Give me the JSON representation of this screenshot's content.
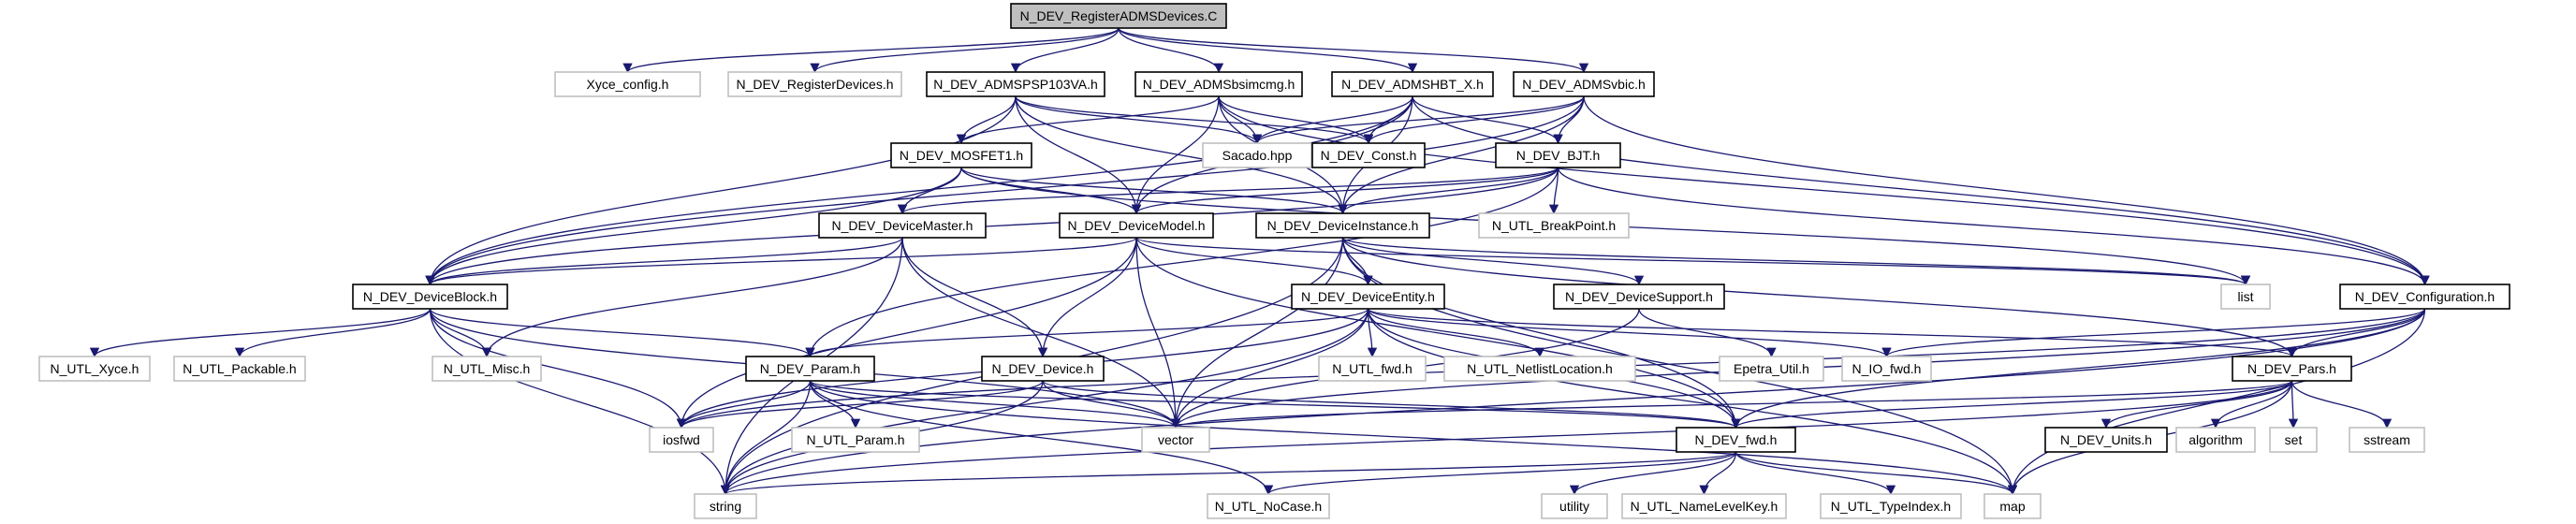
{
  "diagram": {
    "title": "N_DEV_RegisterADMSDevices.C",
    "edge_color": "#191970",
    "nodes": [
      {
        "id": "root",
        "label": "N_DEV_RegisterADMSDevices.C",
        "style": "root"
      },
      {
        "id": "xyce_config",
        "label": "Xyce_config.h",
        "style": "light"
      },
      {
        "id": "registerdevices",
        "label": "N_DEV_RegisterDevices.h",
        "style": "light"
      },
      {
        "id": "admspsp",
        "label": "N_DEV_ADMSPSP103VA.h",
        "style": "dark"
      },
      {
        "id": "admsbsimcmg",
        "label": "N_DEV_ADMSbsimcmg.h",
        "style": "dark"
      },
      {
        "id": "admshbt",
        "label": "N_DEV_ADMSHBT_X.h",
        "style": "dark"
      },
      {
        "id": "admsvbic",
        "label": "N_DEV_ADMSvbic.h",
        "style": "dark"
      },
      {
        "id": "mosfet1",
        "label": "N_DEV_MOSFET1.h",
        "style": "dark"
      },
      {
        "id": "sacado",
        "label": "Sacado.hpp",
        "style": "light"
      },
      {
        "id": "const",
        "label": "N_DEV_Const.h",
        "style": "dark"
      },
      {
        "id": "bjt",
        "label": "N_DEV_BJT.h",
        "style": "dark"
      },
      {
        "id": "devicemaster",
        "label": "N_DEV_DeviceMaster.h",
        "style": "dark"
      },
      {
        "id": "devicemodel",
        "label": "N_DEV_DeviceModel.h",
        "style": "dark"
      },
      {
        "id": "deviceinstance",
        "label": "N_DEV_DeviceInstance.h",
        "style": "dark"
      },
      {
        "id": "breakpoint",
        "label": "N_UTL_BreakPoint.h",
        "style": "light"
      },
      {
        "id": "deviceblock",
        "label": "N_DEV_DeviceBlock.h",
        "style": "dark"
      },
      {
        "id": "deviceentity",
        "label": "N_DEV_DeviceEntity.h",
        "style": "dark"
      },
      {
        "id": "devicesupport",
        "label": "N_DEV_DeviceSupport.h",
        "style": "dark"
      },
      {
        "id": "list",
        "label": "list",
        "style": "light"
      },
      {
        "id": "configuration",
        "label": "N_DEV_Configuration.h",
        "style": "dark"
      },
      {
        "id": "utl_xyce",
        "label": "N_UTL_Xyce.h",
        "style": "light"
      },
      {
        "id": "packable",
        "label": "N_UTL_Packable.h",
        "style": "light"
      },
      {
        "id": "utl_misc",
        "label": "N_UTL_Misc.h",
        "style": "light"
      },
      {
        "id": "param",
        "label": "N_DEV_Param.h",
        "style": "dark"
      },
      {
        "id": "device",
        "label": "N_DEV_Device.h",
        "style": "dark"
      },
      {
        "id": "utl_fwd",
        "label": "N_UTL_fwd.h",
        "style": "light"
      },
      {
        "id": "netlistlocation",
        "label": "N_UTL_NetlistLocation.h",
        "style": "light"
      },
      {
        "id": "epetra_util",
        "label": "Epetra_Util.h",
        "style": "light"
      },
      {
        "id": "io_fwd",
        "label": "N_IO_fwd.h",
        "style": "light"
      },
      {
        "id": "pars",
        "label": "N_DEV_Pars.h",
        "style": "dark"
      },
      {
        "id": "iosfwd",
        "label": "iosfwd",
        "style": "light"
      },
      {
        "id": "utl_param",
        "label": "N_UTL_Param.h",
        "style": "light"
      },
      {
        "id": "vector",
        "label": "vector",
        "style": "light"
      },
      {
        "id": "dev_fwd",
        "label": "N_DEV_fwd.h",
        "style": "dark"
      },
      {
        "id": "units",
        "label": "N_DEV_Units.h",
        "style": "dark"
      },
      {
        "id": "algorithm",
        "label": "algorithm",
        "style": "light"
      },
      {
        "id": "set",
        "label": "set",
        "style": "light"
      },
      {
        "id": "sstream",
        "label": "sstream",
        "style": "light"
      },
      {
        "id": "string",
        "label": "string",
        "style": "light"
      },
      {
        "id": "nocase",
        "label": "N_UTL_NoCase.h",
        "style": "light"
      },
      {
        "id": "utility",
        "label": "utility",
        "style": "light"
      },
      {
        "id": "namelevelkey",
        "label": "N_UTL_NameLevelKey.h",
        "style": "light"
      },
      {
        "id": "typeindex",
        "label": "N_UTL_TypeIndex.h",
        "style": "light"
      },
      {
        "id": "map",
        "label": "map",
        "style": "light"
      }
    ],
    "edges": [
      [
        "root",
        "xyce_config"
      ],
      [
        "root",
        "registerdevices"
      ],
      [
        "root",
        "admspsp"
      ],
      [
        "root",
        "admsbsimcmg"
      ],
      [
        "root",
        "admshbt"
      ],
      [
        "root",
        "admsvbic"
      ],
      [
        "admspsp",
        "mosfet1"
      ],
      [
        "admspsp",
        "sacado"
      ],
      [
        "admspsp",
        "const"
      ],
      [
        "admspsp",
        "deviceblock"
      ],
      [
        "admspsp",
        "devicemodel"
      ],
      [
        "admspsp",
        "deviceinstance"
      ],
      [
        "admsbsimcmg",
        "mosfet1"
      ],
      [
        "admsbsimcmg",
        "sacado"
      ],
      [
        "admsbsimcmg",
        "const"
      ],
      [
        "admsbsimcmg",
        "devicemodel"
      ],
      [
        "admsbsimcmg",
        "deviceinstance"
      ],
      [
        "admsbsimcmg",
        "configuration"
      ],
      [
        "admshbt",
        "sacado"
      ],
      [
        "admshbt",
        "const"
      ],
      [
        "admshbt",
        "bjt"
      ],
      [
        "admshbt",
        "devicemodel"
      ],
      [
        "admshbt",
        "deviceinstance"
      ],
      [
        "admshbt",
        "deviceblock"
      ],
      [
        "admshbt",
        "configuration"
      ],
      [
        "admsvbic",
        "sacado"
      ],
      [
        "admsvbic",
        "const"
      ],
      [
        "admsvbic",
        "bjt"
      ],
      [
        "admsvbic",
        "deviceinstance"
      ],
      [
        "admsvbic",
        "deviceblock"
      ],
      [
        "admsvbic",
        "configuration"
      ],
      [
        "mosfet1",
        "devicemaster"
      ],
      [
        "mosfet1",
        "devicemodel"
      ],
      [
        "mosfet1",
        "deviceinstance"
      ],
      [
        "mosfet1",
        "deviceblock"
      ],
      [
        "mosfet1",
        "list"
      ],
      [
        "bjt",
        "devicemaster"
      ],
      [
        "bjt",
        "devicemodel"
      ],
      [
        "bjt",
        "deviceinstance"
      ],
      [
        "bjt",
        "breakpoint"
      ],
      [
        "bjt",
        "deviceblock"
      ],
      [
        "bjt",
        "param"
      ],
      [
        "bjt",
        "configuration"
      ],
      [
        "devicemaster",
        "deviceblock"
      ],
      [
        "devicemaster",
        "device"
      ],
      [
        "devicemaster",
        "vector"
      ],
      [
        "devicemaster",
        "utl_misc"
      ],
      [
        "devicemaster",
        "string"
      ],
      [
        "devicemodel",
        "deviceblock"
      ],
      [
        "devicemodel",
        "deviceentity"
      ],
      [
        "devicemodel",
        "device"
      ],
      [
        "devicemodel",
        "vector"
      ],
      [
        "devicemodel",
        "dev_fwd"
      ],
      [
        "devicemodel",
        "iosfwd"
      ],
      [
        "devicemodel",
        "list"
      ],
      [
        "deviceinstance",
        "deviceentity"
      ],
      [
        "deviceinstance",
        "devicesupport"
      ],
      [
        "deviceinstance",
        "list"
      ],
      [
        "deviceinstance",
        "vector"
      ],
      [
        "deviceinstance",
        "string"
      ],
      [
        "deviceinstance",
        "map"
      ],
      [
        "deviceinstance",
        "pars"
      ],
      [
        "deviceinstance",
        "dev_fwd"
      ],
      [
        "deviceblock",
        "utl_xyce"
      ],
      [
        "deviceblock",
        "packable"
      ],
      [
        "deviceblock",
        "utl_misc"
      ],
      [
        "deviceblock",
        "param"
      ],
      [
        "deviceblock",
        "iosfwd"
      ],
      [
        "deviceblock",
        "string"
      ],
      [
        "deviceblock",
        "vector"
      ],
      [
        "deviceentity",
        "utl_fwd"
      ],
      [
        "deviceentity",
        "netlistlocation"
      ],
      [
        "deviceentity",
        "io_fwd"
      ],
      [
        "deviceentity",
        "param"
      ],
      [
        "deviceentity",
        "pars"
      ],
      [
        "deviceentity",
        "dev_fwd"
      ],
      [
        "deviceentity",
        "vector"
      ],
      [
        "deviceentity",
        "iosfwd"
      ],
      [
        "deviceentity",
        "string"
      ],
      [
        "deviceentity",
        "map"
      ],
      [
        "devicesupport",
        "epetra_util"
      ],
      [
        "devicesupport",
        "vector"
      ],
      [
        "configuration",
        "io_fwd"
      ],
      [
        "configuration",
        "pars"
      ],
      [
        "configuration",
        "dev_fwd"
      ],
      [
        "configuration",
        "vector"
      ],
      [
        "configuration",
        "iosfwd"
      ],
      [
        "configuration",
        "string"
      ],
      [
        "configuration",
        "map"
      ],
      [
        "param",
        "iosfwd"
      ],
      [
        "param",
        "utl_param"
      ],
      [
        "param",
        "string"
      ],
      [
        "param",
        "vector"
      ],
      [
        "param",
        "nocase"
      ],
      [
        "param",
        "dev_fwd"
      ],
      [
        "param",
        "map"
      ],
      [
        "device",
        "dev_fwd"
      ],
      [
        "device",
        "vector"
      ],
      [
        "device",
        "string"
      ],
      [
        "device",
        "iosfwd"
      ],
      [
        "pars",
        "units"
      ],
      [
        "pars",
        "algorithm"
      ],
      [
        "pars",
        "set"
      ],
      [
        "pars",
        "sstream"
      ],
      [
        "pars",
        "dev_fwd"
      ],
      [
        "pars",
        "vector"
      ],
      [
        "pars",
        "map"
      ],
      [
        "pars",
        "string"
      ],
      [
        "dev_fwd",
        "utility"
      ],
      [
        "dev_fwd",
        "namelevelkey"
      ],
      [
        "dev_fwd",
        "typeindex"
      ],
      [
        "dev_fwd",
        "map"
      ],
      [
        "dev_fwd",
        "string"
      ],
      [
        "dev_fwd",
        "nocase"
      ]
    ]
  }
}
